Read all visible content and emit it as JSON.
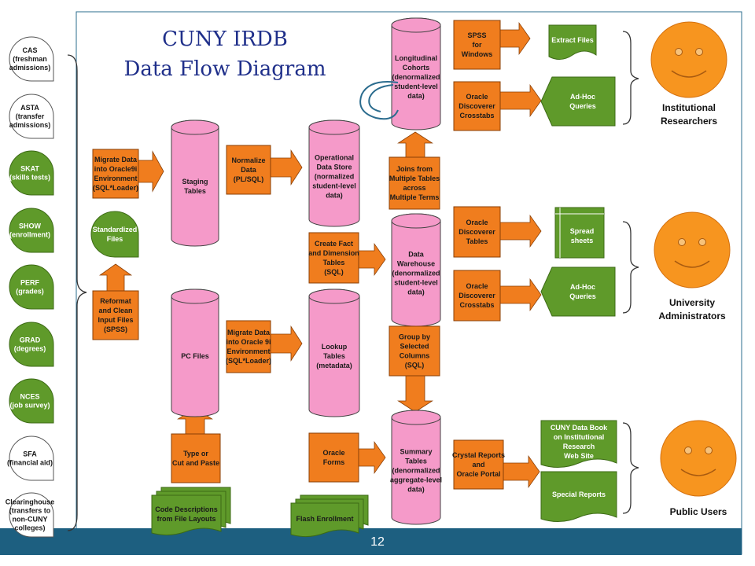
{
  "title_line1": "CUNY IRDB",
  "title_line2": "Data Flow Diagram",
  "page_number": "12",
  "colors": {
    "orange": "#f07d1e",
    "pink": "#f59ac9",
    "green": "#5f9a2a",
    "smiley": "#f7951f",
    "footer": "#1d5f80",
    "title": "#1f2f8a"
  },
  "sources": [
    [
      "CAS",
      "(freshman",
      "admissions)"
    ],
    [
      "ASTA",
      "(transfer",
      "admissions)"
    ],
    [
      "SKAT",
      "(skills tests)"
    ],
    [
      "SHOW",
      "(enrollment)"
    ],
    [
      "PERF",
      "(grades)"
    ],
    [
      "GRAD",
      "(degrees)"
    ],
    [
      "NCES",
      "(job survey)"
    ],
    [
      "SFA",
      "(financial aid)"
    ],
    [
      "Clearinghouse",
      "(transfers to",
      "non-CUNY",
      "colleges)"
    ]
  ],
  "processes": {
    "migrate1": [
      "Migrate Data",
      "into Oracle9i",
      "Environment",
      "(SQL*Loader)"
    ],
    "reformat": [
      "Reformat",
      "and Clean",
      "Input Files",
      "(SPSS)"
    ],
    "normalize": [
      "Normalize",
      "Data",
      "(PL/SQL)"
    ],
    "migrate2": [
      "Migrate Data",
      "into Oracle 9i",
      "Environment",
      "(SQL*Loader)"
    ],
    "type_paste": [
      "Type or",
      "Cut and Paste"
    ],
    "create_fact": [
      "Create Fact",
      "and Dimension",
      "Tables",
      "(SQL)"
    ],
    "oracle_forms": [
      "Oracle",
      "Forms"
    ],
    "joins": [
      "Joins from",
      "Multiple Tables",
      "across",
      "Multiple Terms"
    ],
    "group_by": [
      "Group by",
      "Selected",
      "Columns",
      "(SQL)"
    ],
    "spss_win": [
      "SPSS",
      "for",
      "Windows"
    ],
    "disc_cross1": [
      "Oracle",
      "Discoverer",
      "Crosstabs"
    ],
    "disc_tables": [
      "Oracle",
      "Discoverer",
      "Tables"
    ],
    "disc_cross2": [
      "Oracle",
      "Discoverer",
      "Crosstabs"
    ],
    "crystal": [
      "Crystal Reports",
      "and",
      "Oracle Portal"
    ]
  },
  "stores": {
    "staging": [
      "Staging",
      "Tables"
    ],
    "pc_files": [
      "PC Files"
    ],
    "ods": [
      "Operational",
      "Data Store",
      "(normalized",
      "student-level",
      "data)"
    ],
    "lookup": [
      "Lookup",
      "Tables",
      "(metadata)"
    ],
    "longitudinal": [
      "Longitudinal",
      "Cohorts",
      "(denormalized",
      "student-level",
      "data)"
    ],
    "warehouse": [
      "Data",
      "Warehouse",
      "(denormalized",
      "student-level",
      "data)"
    ],
    "summary": [
      "Summary",
      "Tables",
      "(denormalized",
      "aggregate-level",
      "data)"
    ]
  },
  "documents": {
    "standardized": [
      "Standardized",
      "Files"
    ],
    "extract": [
      "Extract Files"
    ],
    "adhoc1": [
      "Ad-Hoc",
      "Queries"
    ],
    "spread": [
      "Spread",
      "sheets"
    ],
    "adhoc2": [
      "Ad-Hoc",
      "Queries"
    ],
    "databook": [
      "CUNY Data Book",
      "on Institutional",
      "Research",
      "Web Site"
    ],
    "special": [
      "Special Reports"
    ],
    "code_desc": [
      "Code Descriptions",
      "from File Layouts"
    ],
    "flash": [
      "Flash Enrollment"
    ]
  },
  "actors": {
    "inst": [
      "Institutional",
      "Researchers"
    ],
    "univ": [
      "University",
      "Administrators"
    ],
    "public": [
      "Public Users"
    ]
  }
}
